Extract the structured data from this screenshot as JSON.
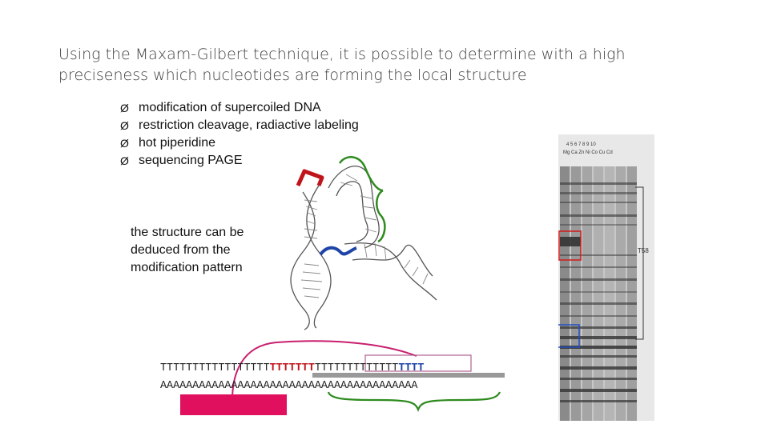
{
  "title": "Using the Maxam-Gilbert technique, it is possible to determine with a high preciseness which nucleotides are forming the local structure",
  "bullets": [
    "modification of supercoiled DNA",
    "restriction cleavage, radiactive labeling",
    "hot piperidine",
    "sequencing PAGE"
  ],
  "bullet_marker": "Ø",
  "caption": "the structure can be deduced from the modification pattern",
  "sequence": {
    "top_a": "TTTTTTTTTTTTTTTTT",
    "top_red": "TTTTTTT",
    "top_b": "TTTTTTTTTTTTT",
    "top_blue": "TTTT",
    "bottom": "AAAAAAAAAAAAAAAAAAAAAAAAAAAAAAAAAAAAAAAA"
  },
  "gel": {
    "lane_numbers": "4 5 6 7 8 9 10",
    "lane_labels": "Mg Ca Zn Ni Co Cu Cd",
    "band_label": "T58"
  },
  "colors": {
    "red": "#c0141b",
    "blue": "#1e44a8",
    "green": "#2e8b1e",
    "magenta": "#e0105f",
    "purple_box": "#b06090"
  }
}
